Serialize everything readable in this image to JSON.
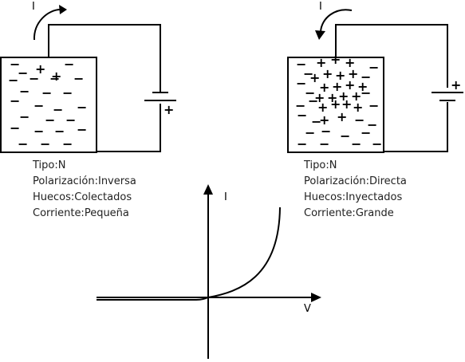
{
  "left": {
    "current_label": "I",
    "battery_sign": "+",
    "majority_sign": "−",
    "minority_sign": "+",
    "info": {
      "tipo": "Tipo:N",
      "polarizacion": "Polarización:Inversa",
      "huecos": "Huecos:Colectados",
      "corriente": "Corriente:Pequeña"
    }
  },
  "right": {
    "current_label": "I",
    "battery_sign": "+",
    "majority_sign": "−",
    "minority_sign": "+",
    "info": {
      "tipo": "Tipo:N",
      "polarizacion": "Polarización:Directa",
      "huecos": "Huecos:Inyectados",
      "corriente": "Corriente:Grande"
    }
  },
  "graph": {
    "y_label": "I",
    "x_label": "V"
  }
}
